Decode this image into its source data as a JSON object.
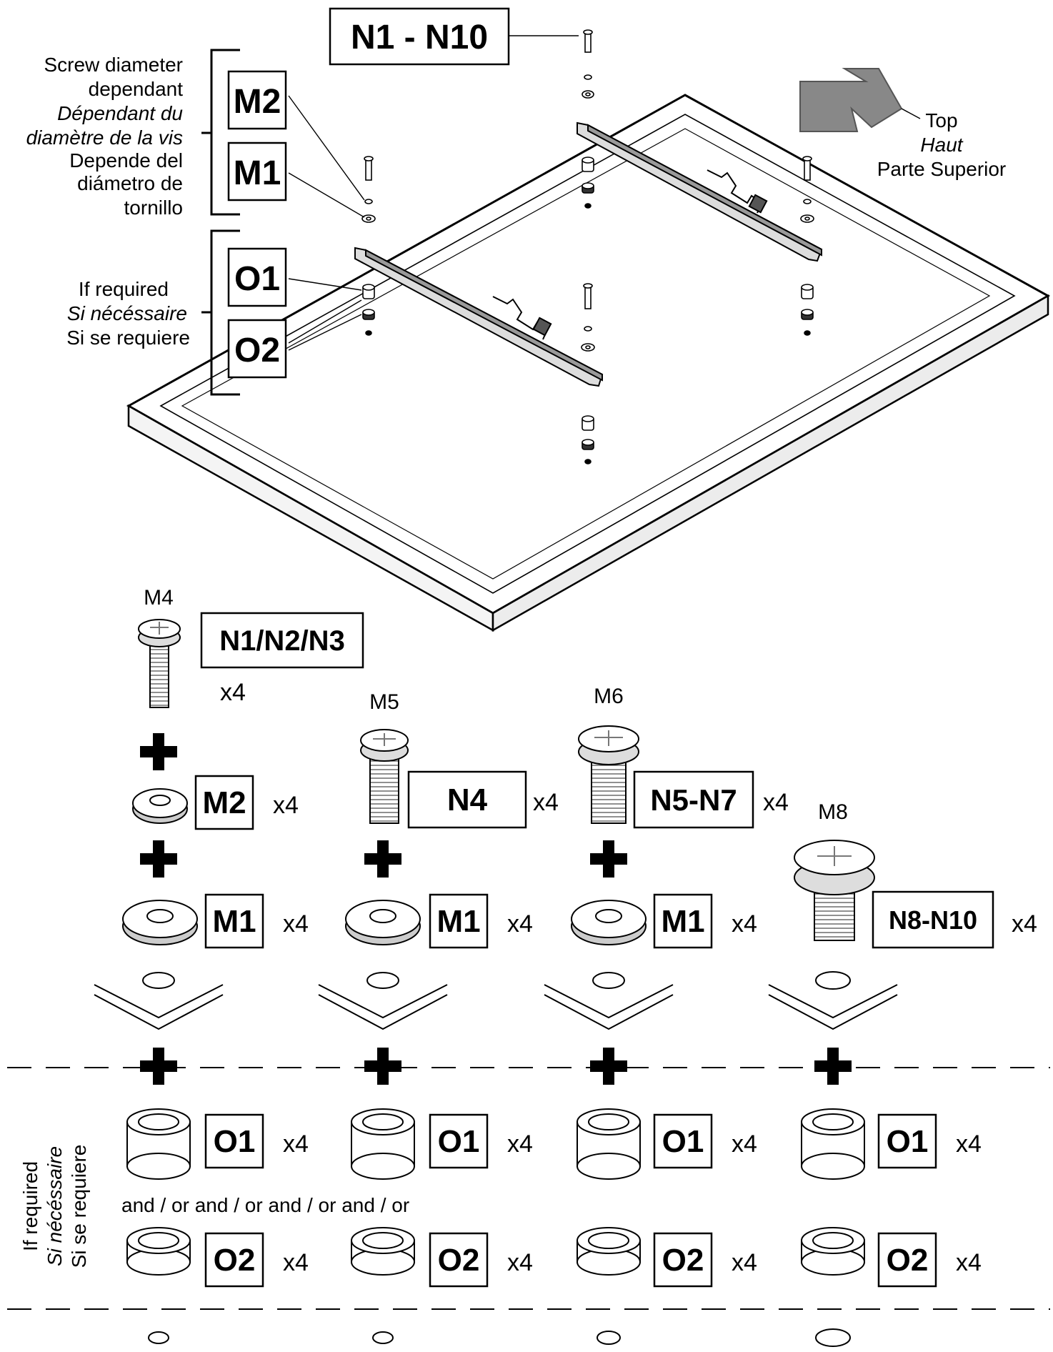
{
  "top_labels": {
    "callout": "N1 - N10",
    "direction": [
      "Top",
      "Haut",
      "Parte Superior"
    ],
    "diameter_note": [
      "Screw diameter",
      "dependant",
      "Dépendant du",
      "diamètre de la vis",
      "Depende del",
      "diámetro de",
      "tornillo"
    ],
    "required_note": [
      "If required",
      "Si nécéssaire",
      "Si se requiere"
    ],
    "part_m2": "M2",
    "part_m1": "M1",
    "part_o1": "O1",
    "part_o2": "O2"
  },
  "columns": [
    {
      "size": "M4",
      "screw": "N1/N2/N3",
      "screw_qty": "x4",
      "washer_small": "M2",
      "washer_small_qty": "x4",
      "washer": "M1",
      "washer_qty": "x4",
      "spacer1": "O1",
      "spacer1_qty": "x4",
      "spacer2": "O2",
      "spacer2_qty": "x4"
    },
    {
      "size": "M5",
      "screw": "N4",
      "screw_qty": "x4",
      "washer": "M1",
      "washer_qty": "x4",
      "spacer1": "O1",
      "spacer1_qty": "x4",
      "spacer2": "O2",
      "spacer2_qty": "x4"
    },
    {
      "size": "M6",
      "screw": "N5-N7",
      "screw_qty": "x4",
      "washer": "M1",
      "washer_qty": "x4",
      "spacer1": "O1",
      "spacer1_qty": "x4",
      "spacer2": "O2",
      "spacer2_qty": "x4"
    },
    {
      "size": "M8",
      "screw": "N8-N10",
      "screw_qty": "x4",
      "spacer1": "O1",
      "spacer1_qty": "x4",
      "spacer2": "O2",
      "spacer2_qty": "x4"
    }
  ],
  "and_or": "and / or and / or and / or and / or",
  "side_note": [
    "If required",
    "Si nécéssaire",
    "Si se requiere"
  ]
}
